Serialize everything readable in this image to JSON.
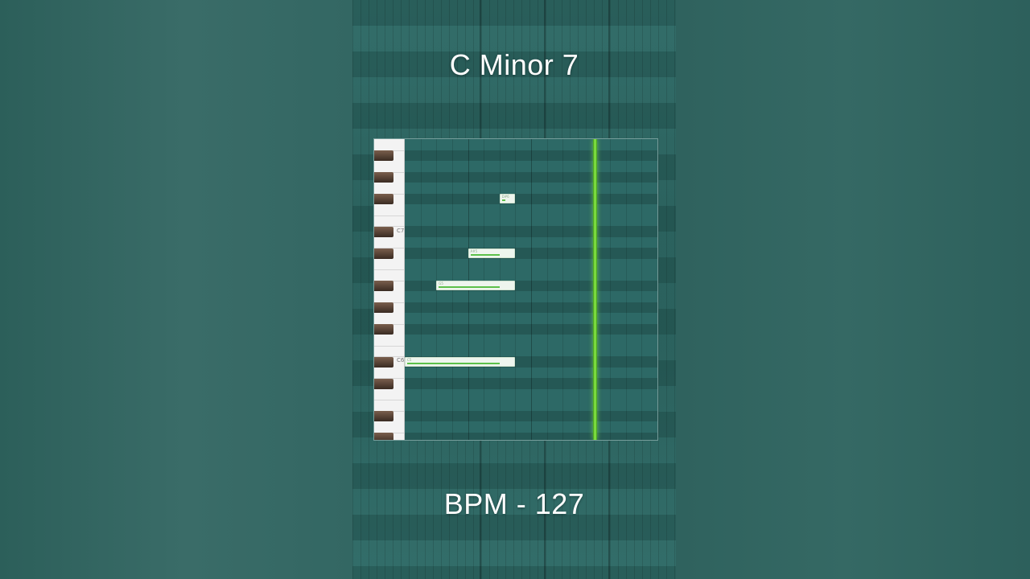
{
  "video": {
    "title": "C Minor 7",
    "bpm_label": "BPM - 127"
  },
  "piano_roll": {
    "key_labels": [
      "C7",
      "C6"
    ],
    "notes": [
      {
        "label": "D#6",
        "start": 1.5,
        "length": 0.25,
        "row": 5
      },
      {
        "label": "A#5",
        "start": 1.0,
        "length": 0.75,
        "row": 10
      },
      {
        "label": "G5",
        "start": 0.5,
        "length": 1.25,
        "row": 13
      },
      {
        "label": "C5",
        "start": 0.0,
        "length": 1.75,
        "row": 20
      }
    ],
    "playhead_beat": 3.0,
    "visible_beats": 4,
    "colors": {
      "note_fill": "#eef5ee",
      "velocity_bar": "#5cc04a",
      "playhead": "#8ff04a",
      "black_key": "#3a2b22",
      "background": "#2f6b67"
    }
  }
}
